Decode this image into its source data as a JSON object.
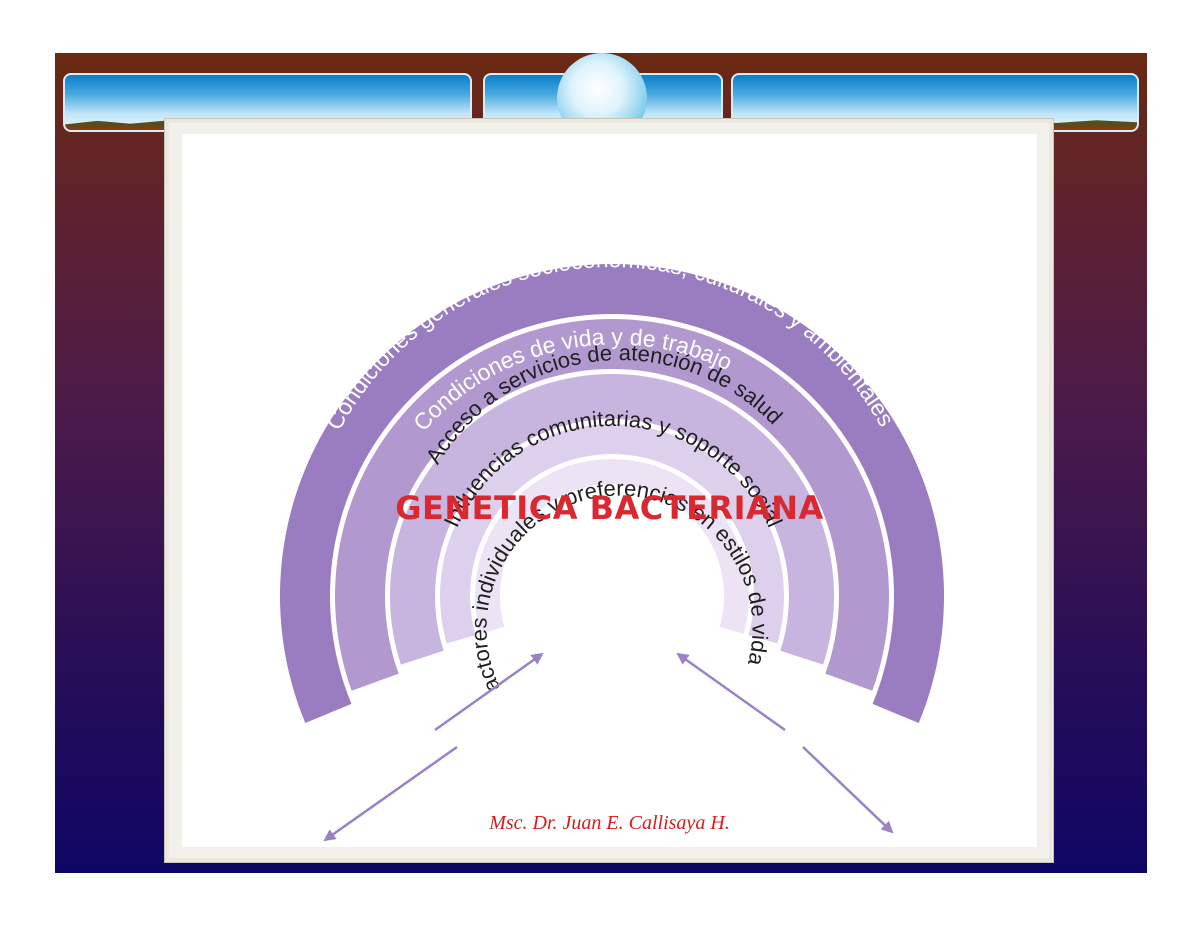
{
  "slide": {
    "rings": [
      {
        "label": "Condiciones generales socioconómicas, culturales y ambientales",
        "color": "#9a7cc0"
      },
      {
        "label": "Condiciones de vida y de trabajo",
        "color": "#b199d0"
      },
      {
        "label": "Acceso a servicios de atención de salud",
        "color": "#c7b5df"
      },
      {
        "label": "Influencias comunitarias y soporte social",
        "color": "#ddd0ec"
      },
      {
        "label": "factores individuales y preferencias en estilos de vida",
        "color": "#ece4f5"
      }
    ],
    "title": "GENETICA BACTERIANA",
    "author": "Msc. Dr. Juan E. Callisaya H."
  }
}
